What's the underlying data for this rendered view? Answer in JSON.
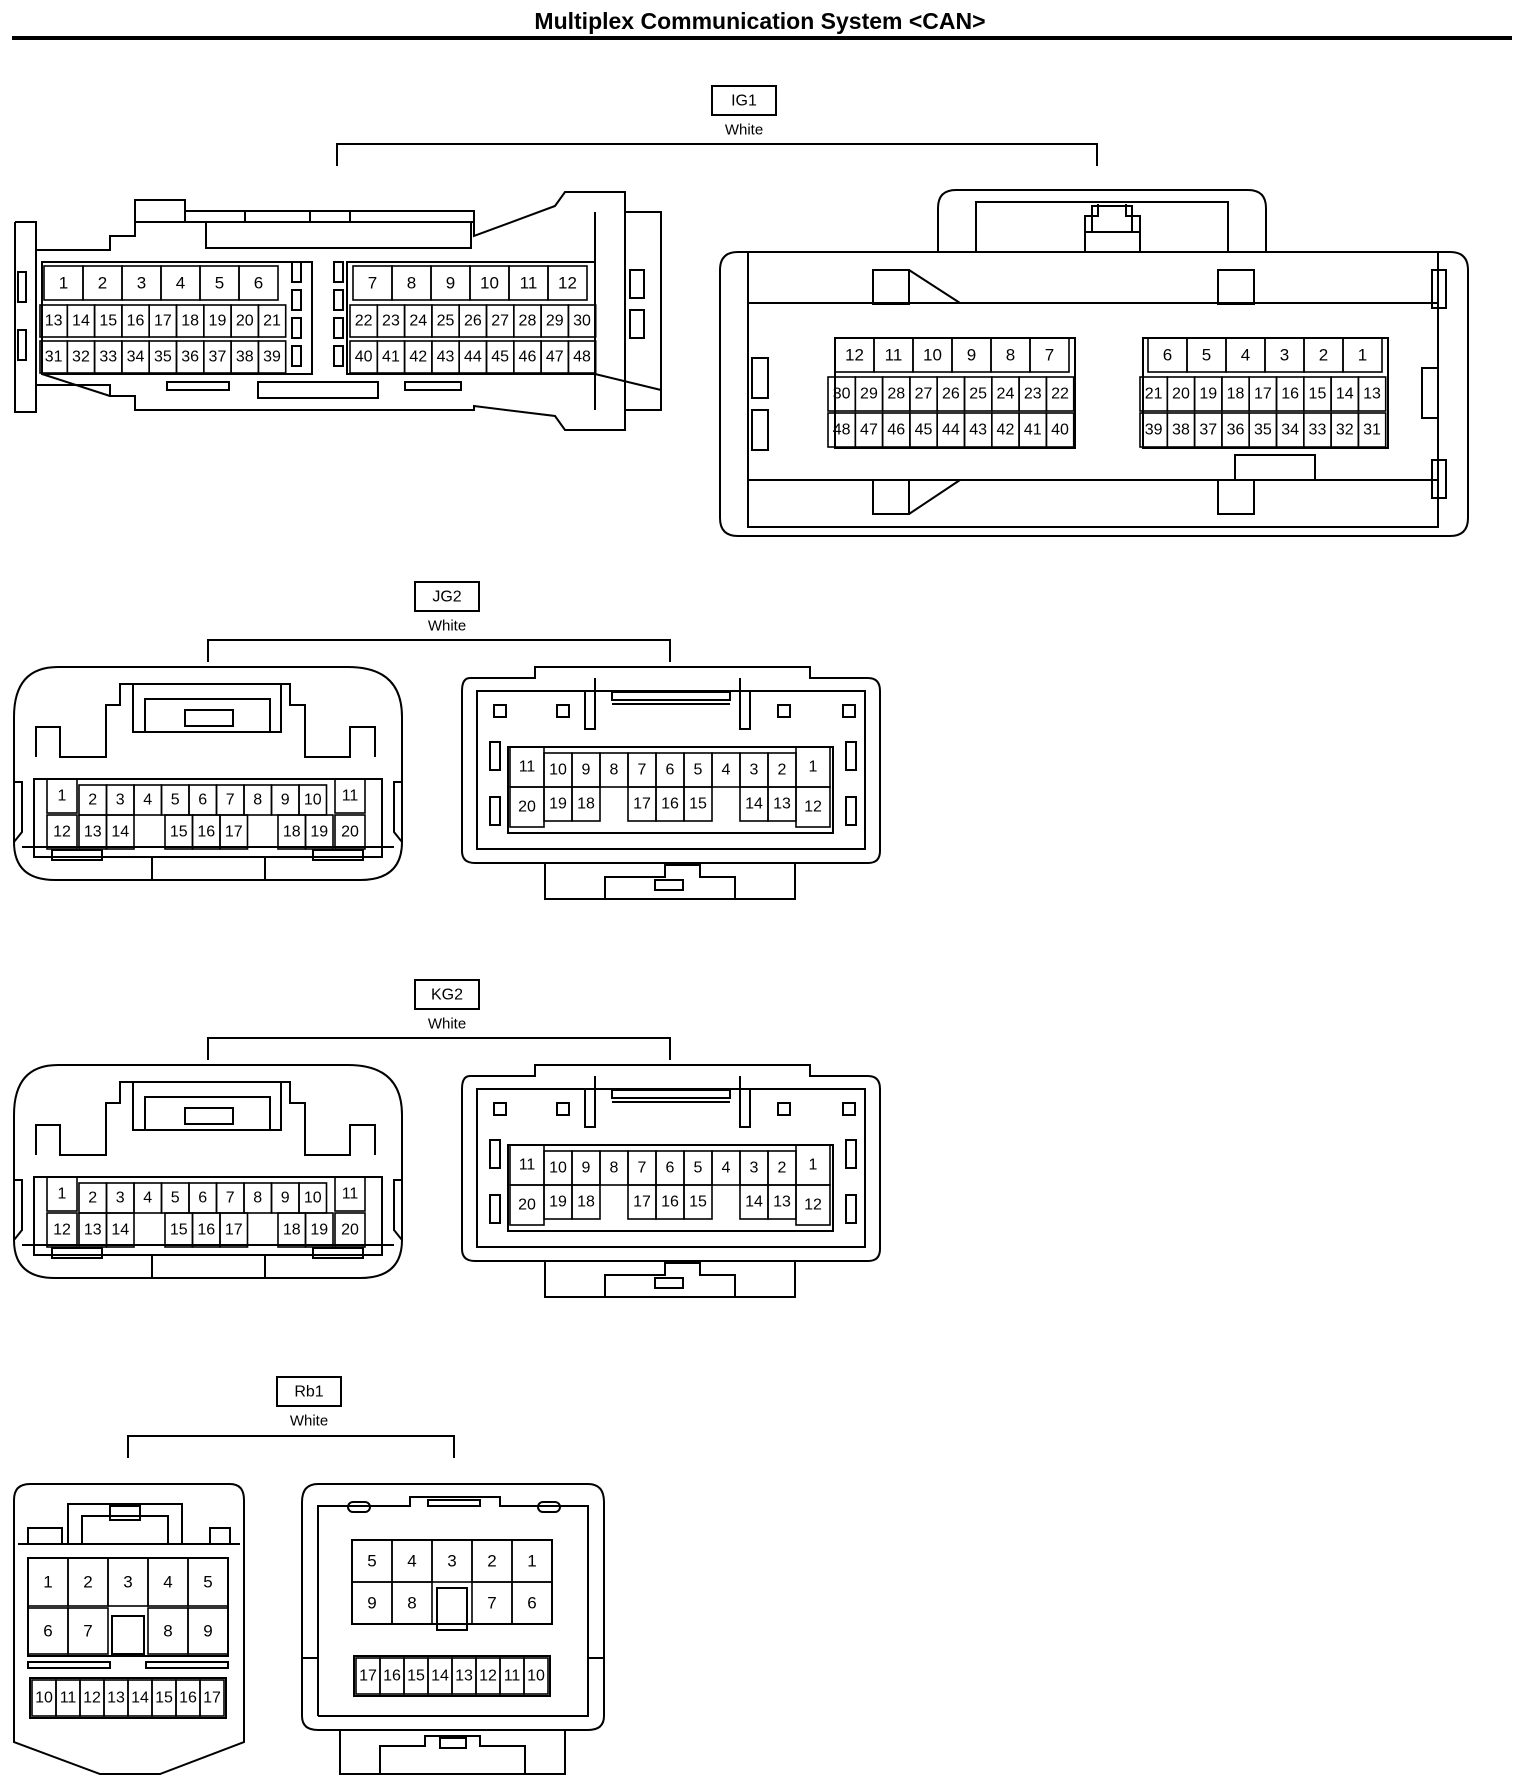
{
  "page": {
    "title": "Multiplex Communication System <CAN>"
  },
  "connectors": [
    {
      "id": "IG1",
      "color": "White",
      "left_top": [
        "1",
        "2",
        "3",
        "4",
        "5",
        "6",
        "7",
        "8",
        "9",
        "10",
        "11",
        "12"
      ],
      "left_mid": [
        "13",
        "14",
        "15",
        "16",
        "17",
        "18",
        "19",
        "20",
        "21",
        "22",
        "23",
        "24",
        "25",
        "26",
        "27",
        "28",
        "29",
        "30"
      ],
      "left_bot": [
        "31",
        "32",
        "33",
        "34",
        "35",
        "36",
        "37",
        "38",
        "39",
        "40",
        "41",
        "42",
        "43",
        "44",
        "45",
        "46",
        "47",
        "48"
      ],
      "right_top_a": [
        "12",
        "11",
        "10",
        "9",
        "8",
        "7"
      ],
      "right_top_b": [
        "6",
        "5",
        "4",
        "3",
        "2",
        "1"
      ],
      "right_mid_a": [
        "30",
        "29",
        "28",
        "27",
        "26",
        "25",
        "24",
        "23",
        "22"
      ],
      "right_mid_b": [
        "21",
        "20",
        "19",
        "18",
        "17",
        "16",
        "15",
        "14",
        "13"
      ],
      "right_bot_a": [
        "48",
        "47",
        "46",
        "45",
        "44",
        "43",
        "42",
        "41",
        "40"
      ],
      "right_bot_b": [
        "39",
        "38",
        "37",
        "36",
        "35",
        "34",
        "33",
        "32",
        "31"
      ]
    },
    {
      "id": "JG2",
      "color": "White",
      "left_top": [
        "1",
        "2",
        "3",
        "4",
        "5",
        "6",
        "7",
        "8",
        "9",
        "10",
        "11"
      ],
      "left_bot": [
        "12",
        "13",
        "14",
        "15",
        "16",
        "17",
        "18",
        "19",
        "20"
      ],
      "right_top": [
        "11",
        "10",
        "9",
        "8",
        "7",
        "6",
        "5",
        "4",
        "3",
        "2",
        "1"
      ],
      "right_bot": [
        "20",
        "19",
        "18",
        "17",
        "16",
        "15",
        "14",
        "13",
        "12"
      ]
    },
    {
      "id": "KG2",
      "color": "White",
      "left_top": [
        "1",
        "2",
        "3",
        "4",
        "5",
        "6",
        "7",
        "8",
        "9",
        "10",
        "11"
      ],
      "left_bot": [
        "12",
        "13",
        "14",
        "15",
        "16",
        "17",
        "18",
        "19",
        "20"
      ],
      "right_top": [
        "11",
        "10",
        "9",
        "8",
        "7",
        "6",
        "5",
        "4",
        "3",
        "2",
        "1"
      ],
      "right_bot": [
        "20",
        "19",
        "18",
        "17",
        "16",
        "15",
        "14",
        "13",
        "12"
      ]
    },
    {
      "id": "Rb1",
      "color": "White",
      "left_top": [
        "1",
        "2",
        "3",
        "4",
        "5"
      ],
      "left_mid": [
        "6",
        "7",
        "8",
        "9"
      ],
      "left_bot": [
        "10",
        "11",
        "12",
        "13",
        "14",
        "15",
        "16",
        "17"
      ],
      "right_top": [
        "5",
        "4",
        "3",
        "2",
        "1"
      ],
      "right_mid": [
        "9",
        "8",
        "7",
        "6"
      ],
      "right_bot": [
        "17",
        "16",
        "15",
        "14",
        "13",
        "12",
        "11",
        "10"
      ]
    }
  ]
}
